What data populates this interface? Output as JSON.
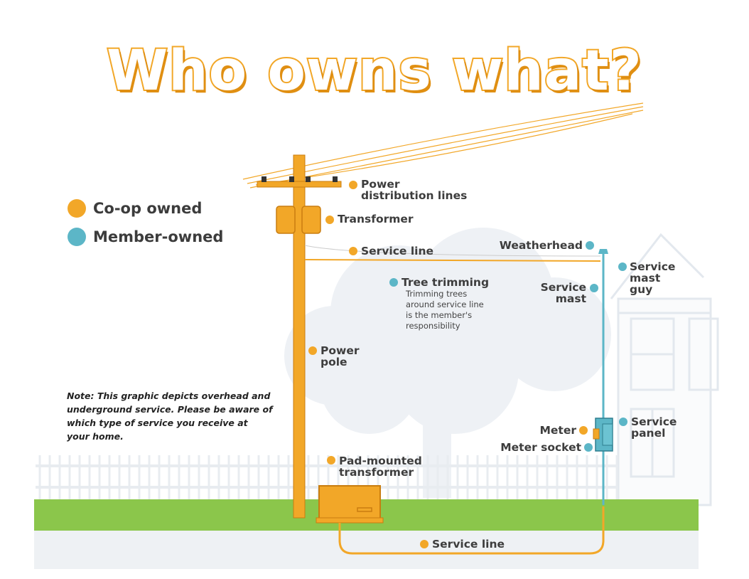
{
  "title": "Who owns what?",
  "legend": [
    {
      "label": "Co-op owned",
      "color": "#f2a728"
    },
    {
      "label": "Member-owned",
      "color": "#5cb6c7"
    }
  ],
  "colors": {
    "coop": "#f2a728",
    "member": "#5cb6c7",
    "grass": "#8bc64b",
    "ground": "#eef1f4",
    "text": "#3d3d3d"
  },
  "labels": {
    "power_distribution_lines": "Power\ndistribution lines",
    "transformer": "Transformer",
    "service_line_overhead": "Service line",
    "tree_trimming": "Tree trimming",
    "tree_trimming_note": "Trimming trees\naround service line\nis the member's\nresponsibility",
    "power_pole": "Power\npole",
    "pad_mounted_transformer": "Pad-mounted\ntransformer",
    "service_line_underground": "Service line",
    "weatherhead": "Weatherhead",
    "service_mast": "Service\nmast",
    "service_mast_guy": "Service\nmast\nguy",
    "meter": "Meter",
    "meter_socket": "Meter socket",
    "service_panel": "Service\npanel"
  },
  "note": "Note: This graphic depicts overhead and underground service. Please be aware of which type of service you receive at your home."
}
